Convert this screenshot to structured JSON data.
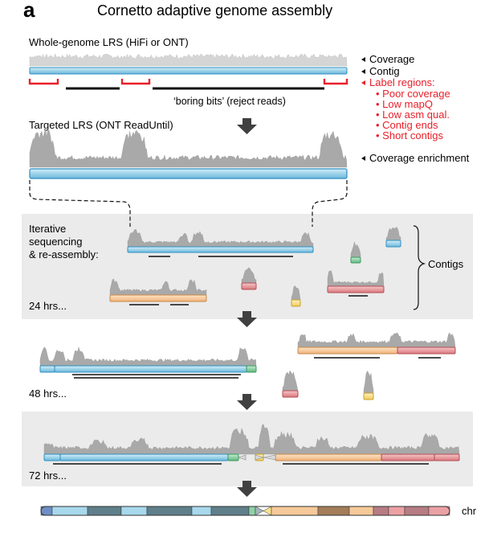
{
  "panel_letter": "a",
  "title": "Cornetto adaptive genome assembly",
  "stage1": {
    "heading": "Whole-genome LRS (HiFi or ONT)",
    "legend_coverage": "Coverage",
    "legend_contig": "Contig",
    "legend_label_regions": "Label regions:",
    "label_region_items": [
      "Poor coverage",
      "Low mapQ",
      "Low asm qual.",
      "Contig ends",
      "Short contigs"
    ],
    "boring_bits": "‘boring bits’ (reject reads)"
  },
  "stage2": {
    "heading": "Targeted LRS (ONT ReadUntil)",
    "legend_enrichment": "Coverage enrichment"
  },
  "stage3": {
    "heading_lines": [
      "Iterative",
      "sequencing",
      "& re-assembly:"
    ],
    "contigs_label": "Contigs",
    "time": "24 hrs..."
  },
  "stage4": {
    "time": "48 hrs..."
  },
  "stage5": {
    "time": "72 hrs..."
  },
  "chromosome_label": "chr",
  "colors": {
    "contig_blue": "#a8d8ec",
    "contig_blue_edge": "#2f8fc0",
    "coverage_gray": "#a9a9a9",
    "accent_red": "#e8202a",
    "orange": "#f6c99a",
    "pink": "#eba1a4",
    "green": "#8fd1a7",
    "yellow": "#fbe38e",
    "band_shade": "#ebebeb",
    "arrow": "#404040"
  }
}
